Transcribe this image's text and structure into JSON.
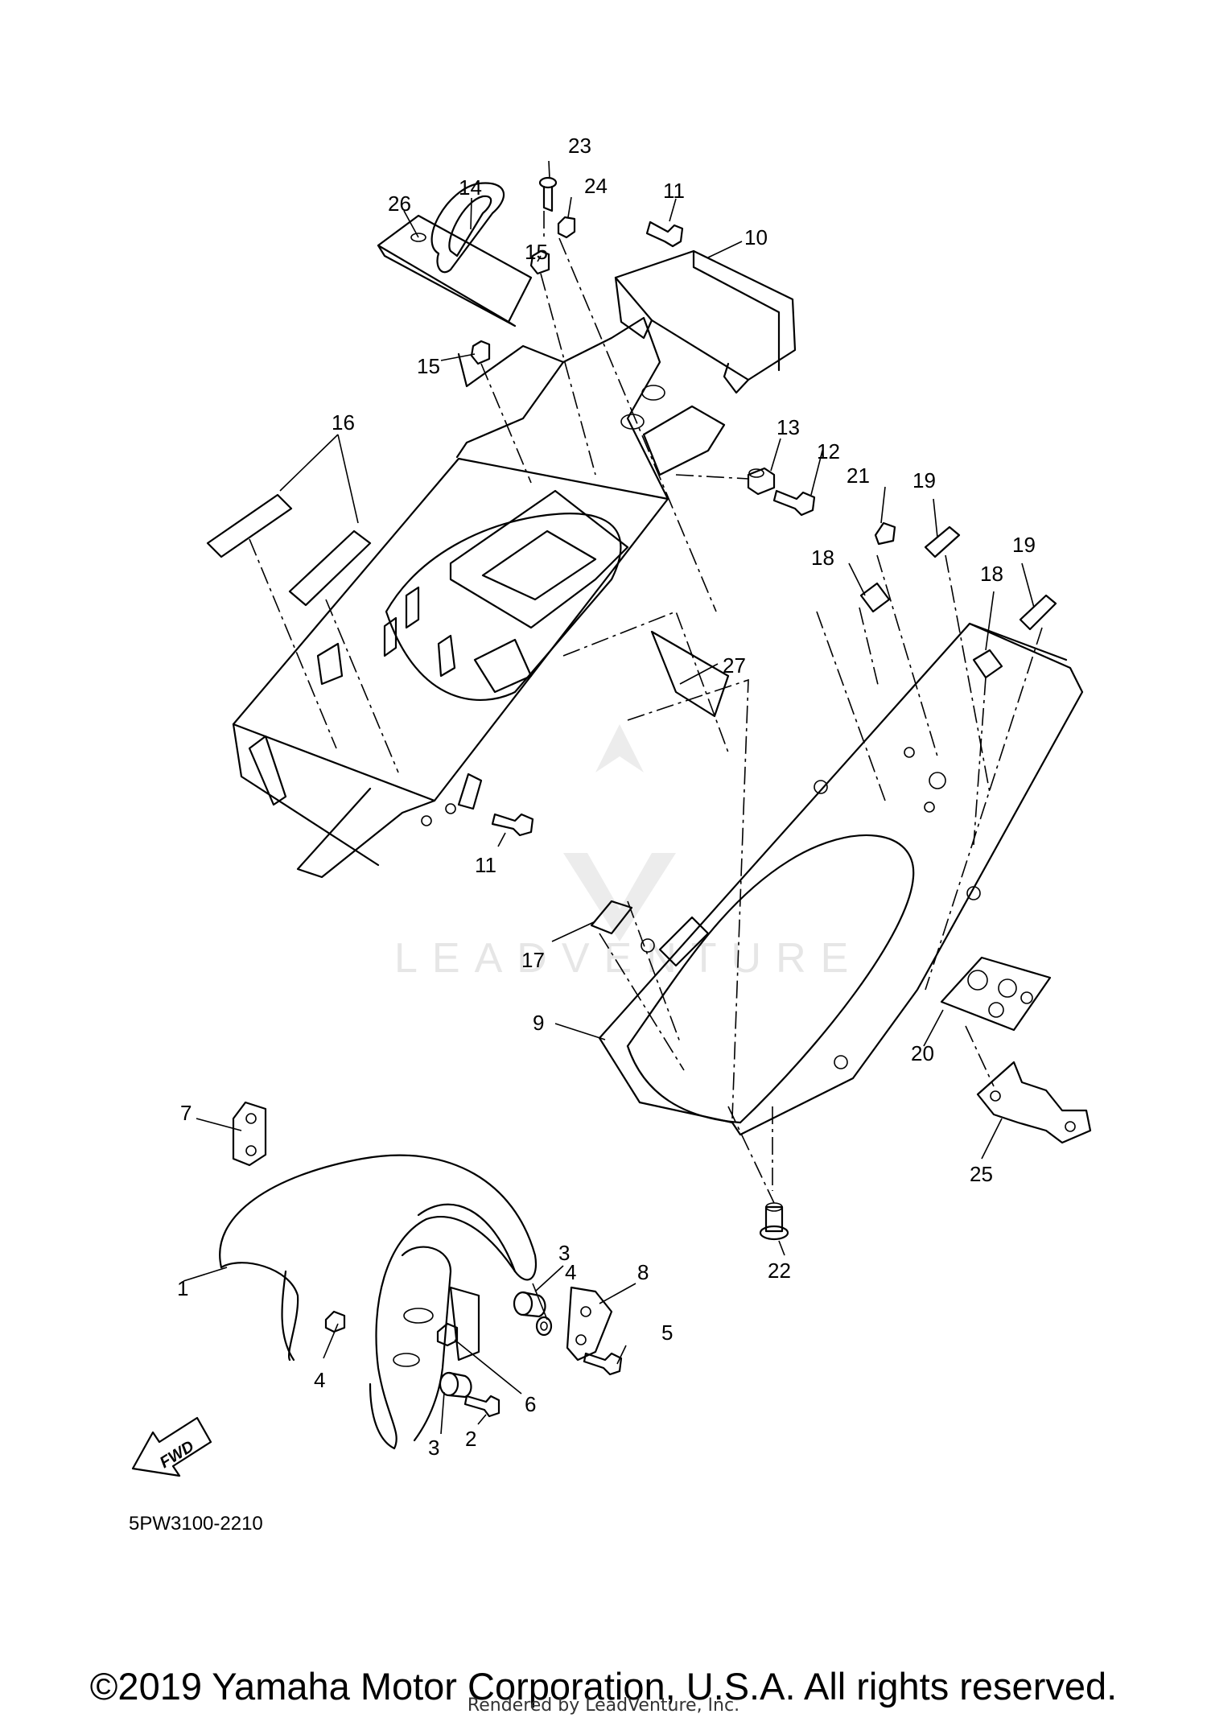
{
  "diagram": {
    "code": "5PW3100-2210",
    "watermark": "LEADVENTURE",
    "fwd_label": "FWD"
  },
  "callouts": [
    {
      "id": "c1",
      "text": "1"
    },
    {
      "id": "c2",
      "text": "2"
    },
    {
      "id": "c3a",
      "text": "3"
    },
    {
      "id": "c3b",
      "text": "3"
    },
    {
      "id": "c4a",
      "text": "4"
    },
    {
      "id": "c4b",
      "text": "4"
    },
    {
      "id": "c5",
      "text": "5"
    },
    {
      "id": "c6",
      "text": "6"
    },
    {
      "id": "c7",
      "text": "7"
    },
    {
      "id": "c8",
      "text": "8"
    },
    {
      "id": "c9",
      "text": "9"
    },
    {
      "id": "c10",
      "text": "10"
    },
    {
      "id": "c11a",
      "text": "11"
    },
    {
      "id": "c11b",
      "text": "11"
    },
    {
      "id": "c12",
      "text": "12"
    },
    {
      "id": "c13",
      "text": "13"
    },
    {
      "id": "c14",
      "text": "14"
    },
    {
      "id": "c15a",
      "text": "15"
    },
    {
      "id": "c15b",
      "text": "15"
    },
    {
      "id": "c16",
      "text": "16"
    },
    {
      "id": "c17",
      "text": "17"
    },
    {
      "id": "c18a",
      "text": "18"
    },
    {
      "id": "c18b",
      "text": "18"
    },
    {
      "id": "c19a",
      "text": "19"
    },
    {
      "id": "c19b",
      "text": "19"
    },
    {
      "id": "c20",
      "text": "20"
    },
    {
      "id": "c21",
      "text": "21"
    },
    {
      "id": "c22",
      "text": "22"
    },
    {
      "id": "c23",
      "text": "23"
    },
    {
      "id": "c24",
      "text": "24"
    },
    {
      "id": "c25",
      "text": "25"
    },
    {
      "id": "c26",
      "text": "26"
    },
    {
      "id": "c27",
      "text": "27"
    }
  ],
  "footer": {
    "copyright": "©2019 Yamaha Motor Corporation, U.S.A. All rights reserved.",
    "rendered_by": "Rendered by LeadVenture, Inc."
  }
}
